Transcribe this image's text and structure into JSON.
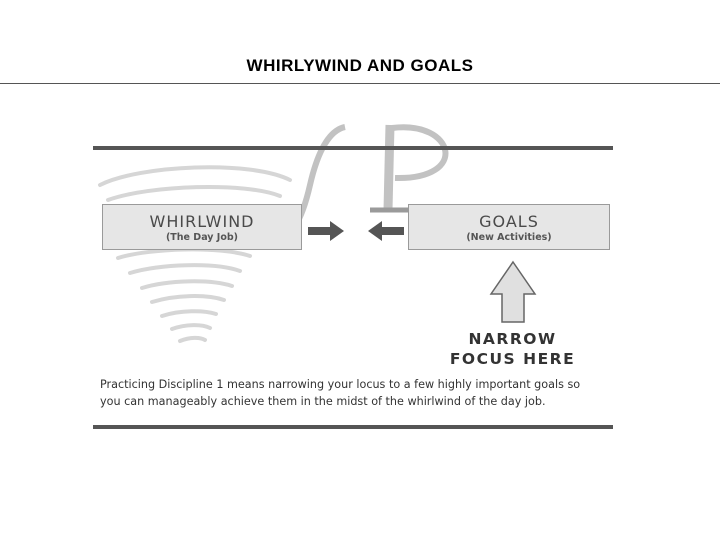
{
  "title": "WHIRLYWIND AND GOALS",
  "diagram": {
    "whirlwind": {
      "title": "WHIRLWIND",
      "subtitle": "(The Day Job)"
    },
    "goals": {
      "title": "GOALS",
      "subtitle": "(New Activities)"
    },
    "focus_label_lines": [
      "NARROW",
      "FOCUS HERE"
    ],
    "caption_lines": [
      "Practicing Discipline 1 means narrowing your locus to a few highly important goals so",
      "you can manageably achieve them in the midst of the whirlwind of the day job."
    ],
    "icons": {
      "tornado": "tornado-icon",
      "logo": "fp-logo",
      "right_arrow": "arrow-right-icon",
      "left_arrow": "arrow-left-icon",
      "up_arrow": "arrow-up-icon"
    },
    "colors": {
      "box_fill": "#e6e6e6",
      "arrow": "#555555",
      "rule": "#555555"
    }
  }
}
